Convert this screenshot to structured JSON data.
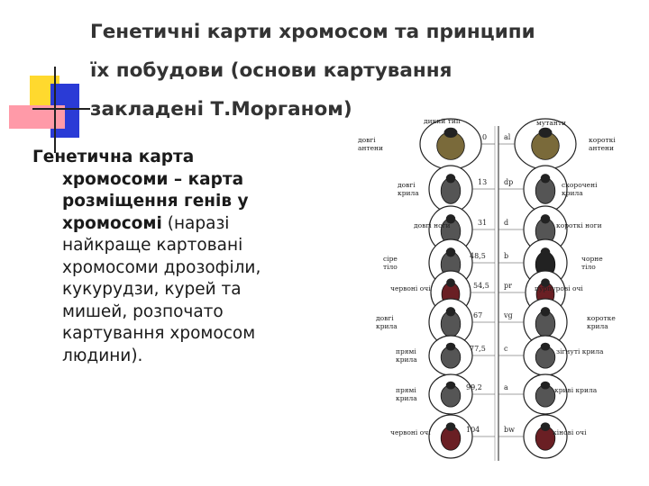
{
  "title": {
    "line1": "Генетичні карти хромосом та принципи",
    "line2": "їх побудови (основи картування",
    "line3": "закладені Т.Морганом)"
  },
  "body": {
    "lines": [
      {
        "bold": "Генетична карта",
        "rest": ""
      },
      {
        "bold": "хромосоми – карта",
        "rest": ""
      },
      {
        "bold": "розміщення генів у",
        "rest": ""
      },
      {
        "bold": "хромосомі",
        "rest": " (наразі"
      },
      {
        "bold": "",
        "rest": "найкраще картовані"
      },
      {
        "bold": "",
        "rest": "хромосоми дрозофіли,"
      },
      {
        "bold": "",
        "rest": "кукурудзи, курей та"
      },
      {
        "bold": "",
        "rest": "мишей, розпочато"
      },
      {
        "bold": "",
        "rest": "картування хромосом"
      },
      {
        "bold": "",
        "rest": "людини)."
      }
    ]
  },
  "diagram": {
    "top_left_label": "дикий тип",
    "top_right_label": "мутанти",
    "left_labels": [
      "довгі\nантени",
      "довгі\nкрила",
      "довгі ноги",
      "сіре\nтіло",
      "червоні очі",
      "довгі\nкрила",
      "прямі\nкрила",
      "прямі\nкрила",
      "червоні очі"
    ],
    "right_labels": [
      "короткі\nантени",
      "скорочені\nкрила",
      "короткі ноги",
      "чорне\nтіло",
      "пурпурові очі",
      "коротке\nкрила",
      "зігнуті крила",
      "криві крила",
      "кінові очі"
    ],
    "positions": [
      "0",
      "13",
      "31",
      "48,5",
      "54,5",
      "67",
      "77,5",
      "99,2",
      "104"
    ],
    "genes": [
      "al",
      "dp",
      "d",
      "b",
      "pr",
      "vg",
      "c",
      "a",
      "bw"
    ]
  }
}
